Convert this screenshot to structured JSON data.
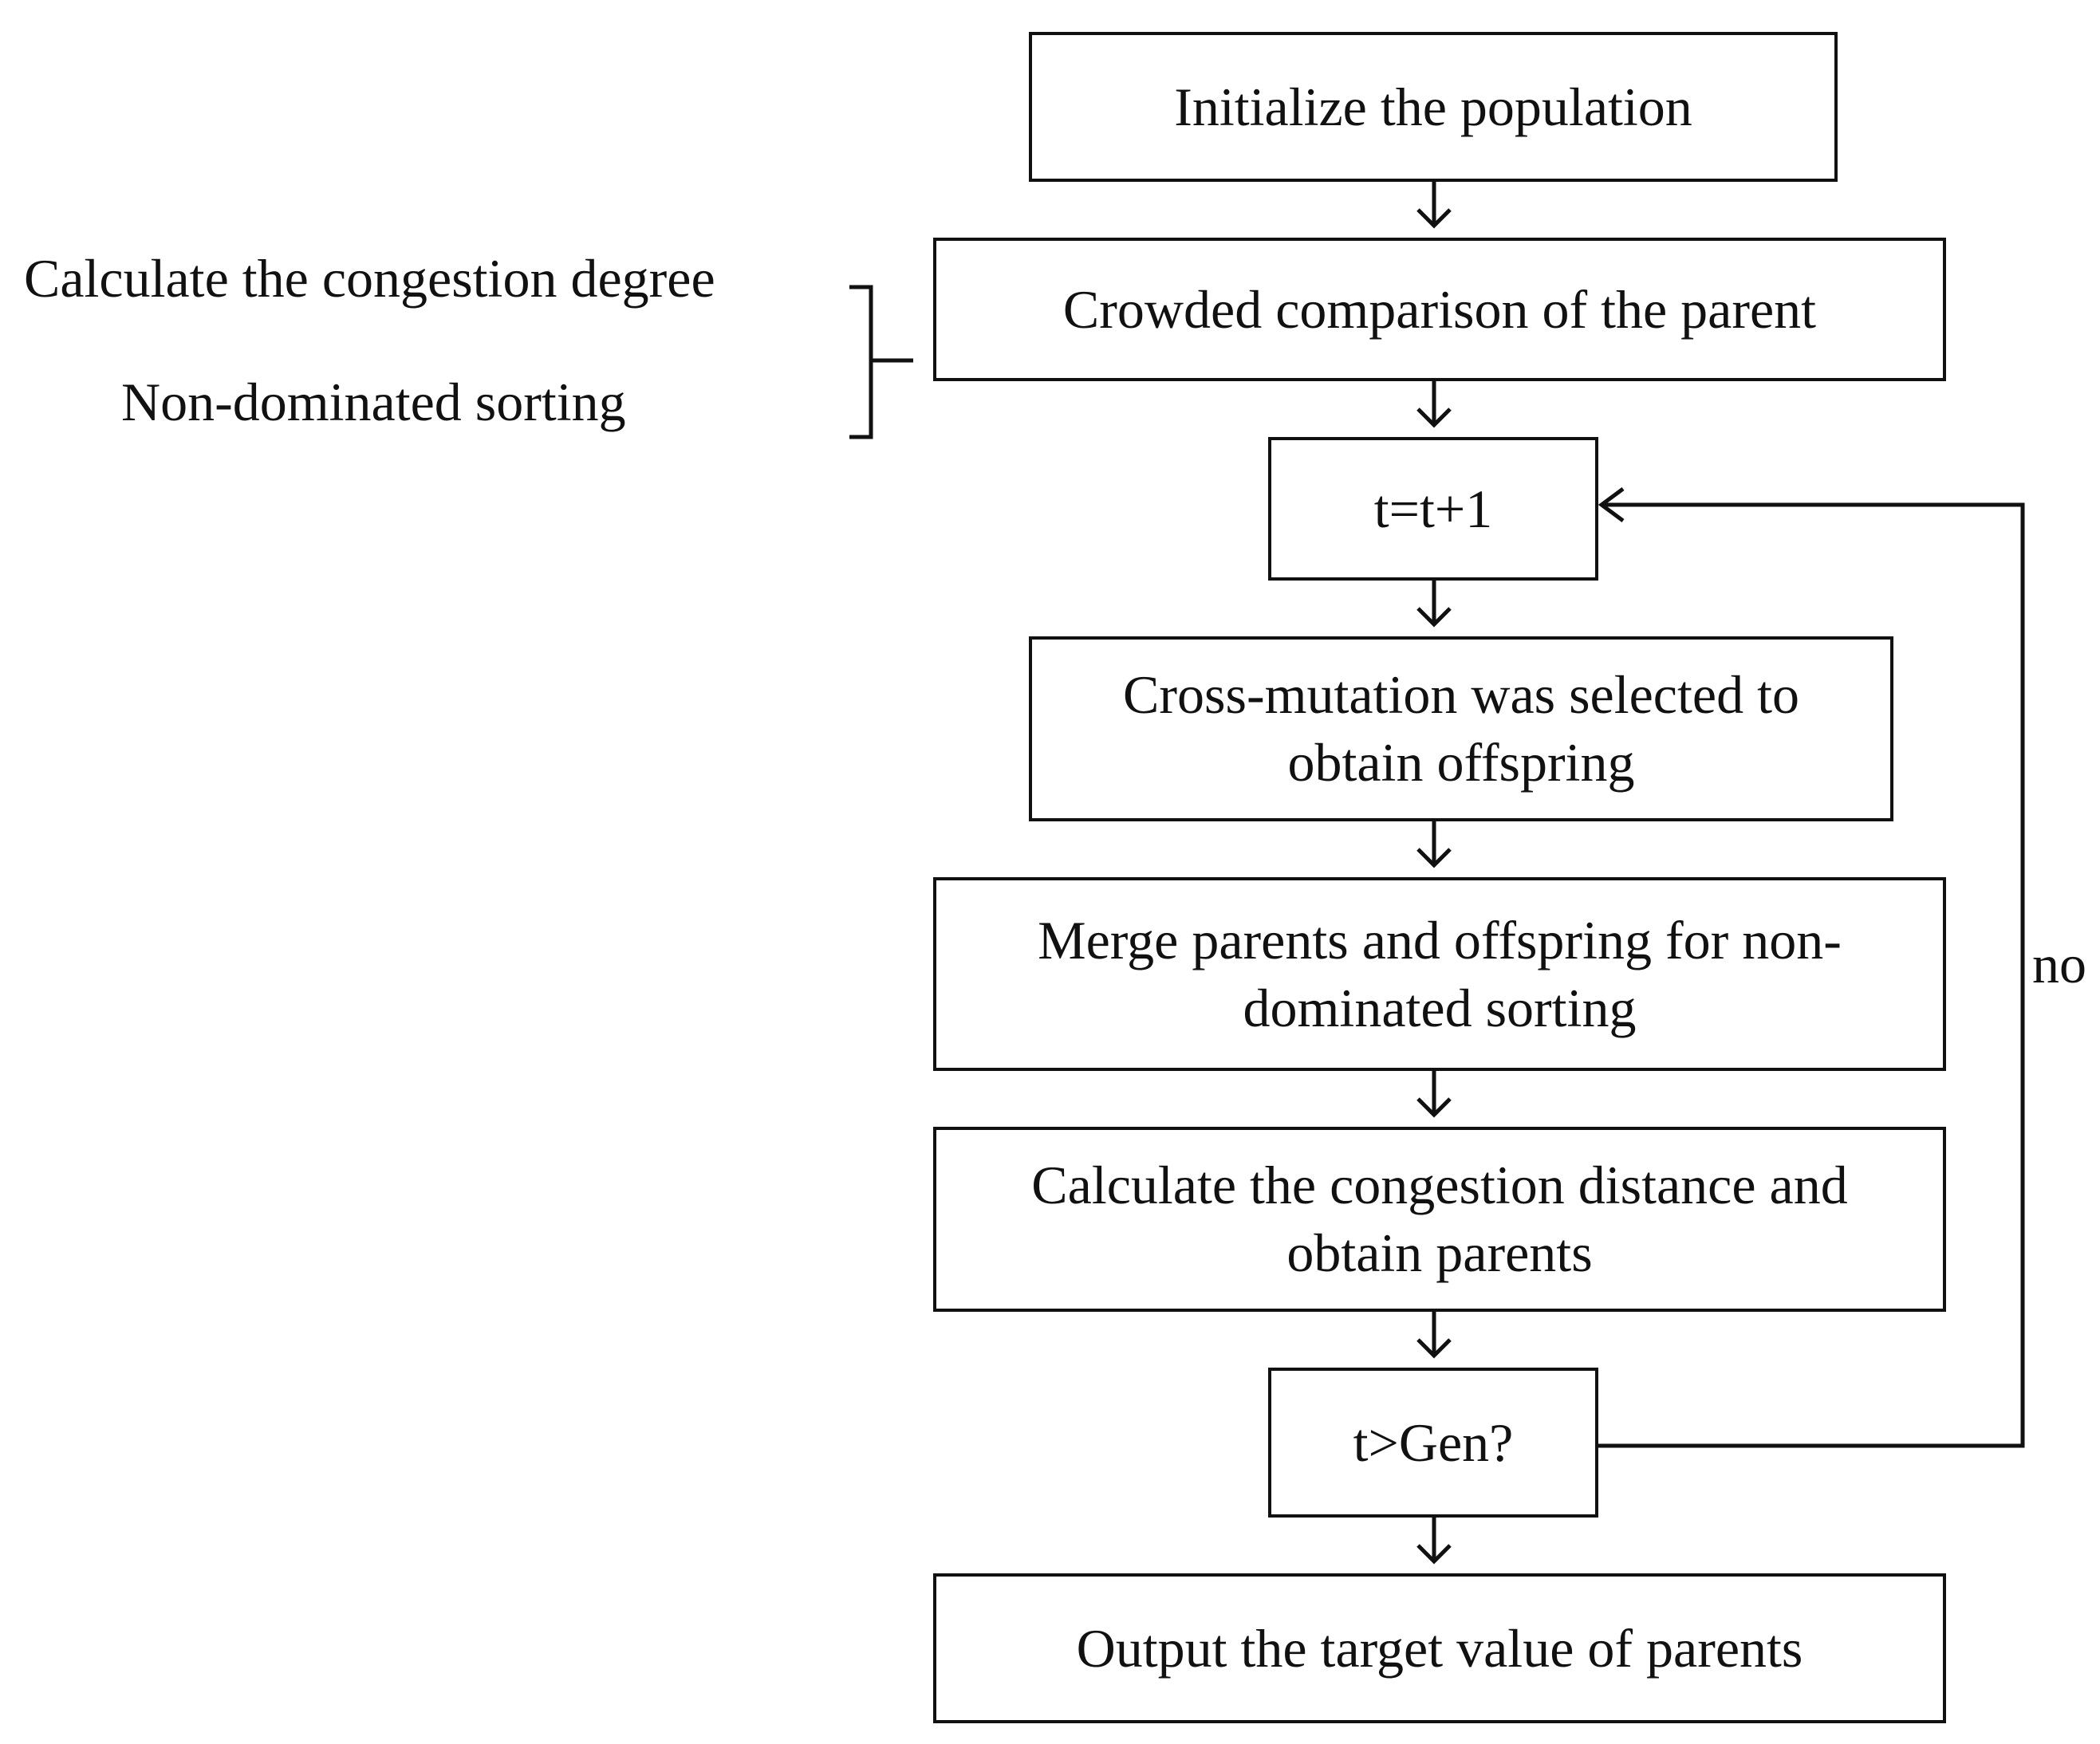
{
  "steps": {
    "init": "Initialize the population",
    "crowded": "Crowded comparison of the parent",
    "increment": "t=t+1",
    "cross": "Cross-mutation was selected to obtain offspring",
    "merge": "Merge parents and offspring for non-dominated sorting",
    "calc": "Calculate the congestion distance and obtain parents",
    "check": "t>Gen?",
    "output": "Output the target value of parents"
  },
  "side_notes": {
    "congestion": "Calculate the congestion degree",
    "sorting": "Non-dominated sorting"
  },
  "loop_label": "no",
  "colors": {
    "line": "#111111",
    "background": "#ffffff"
  }
}
